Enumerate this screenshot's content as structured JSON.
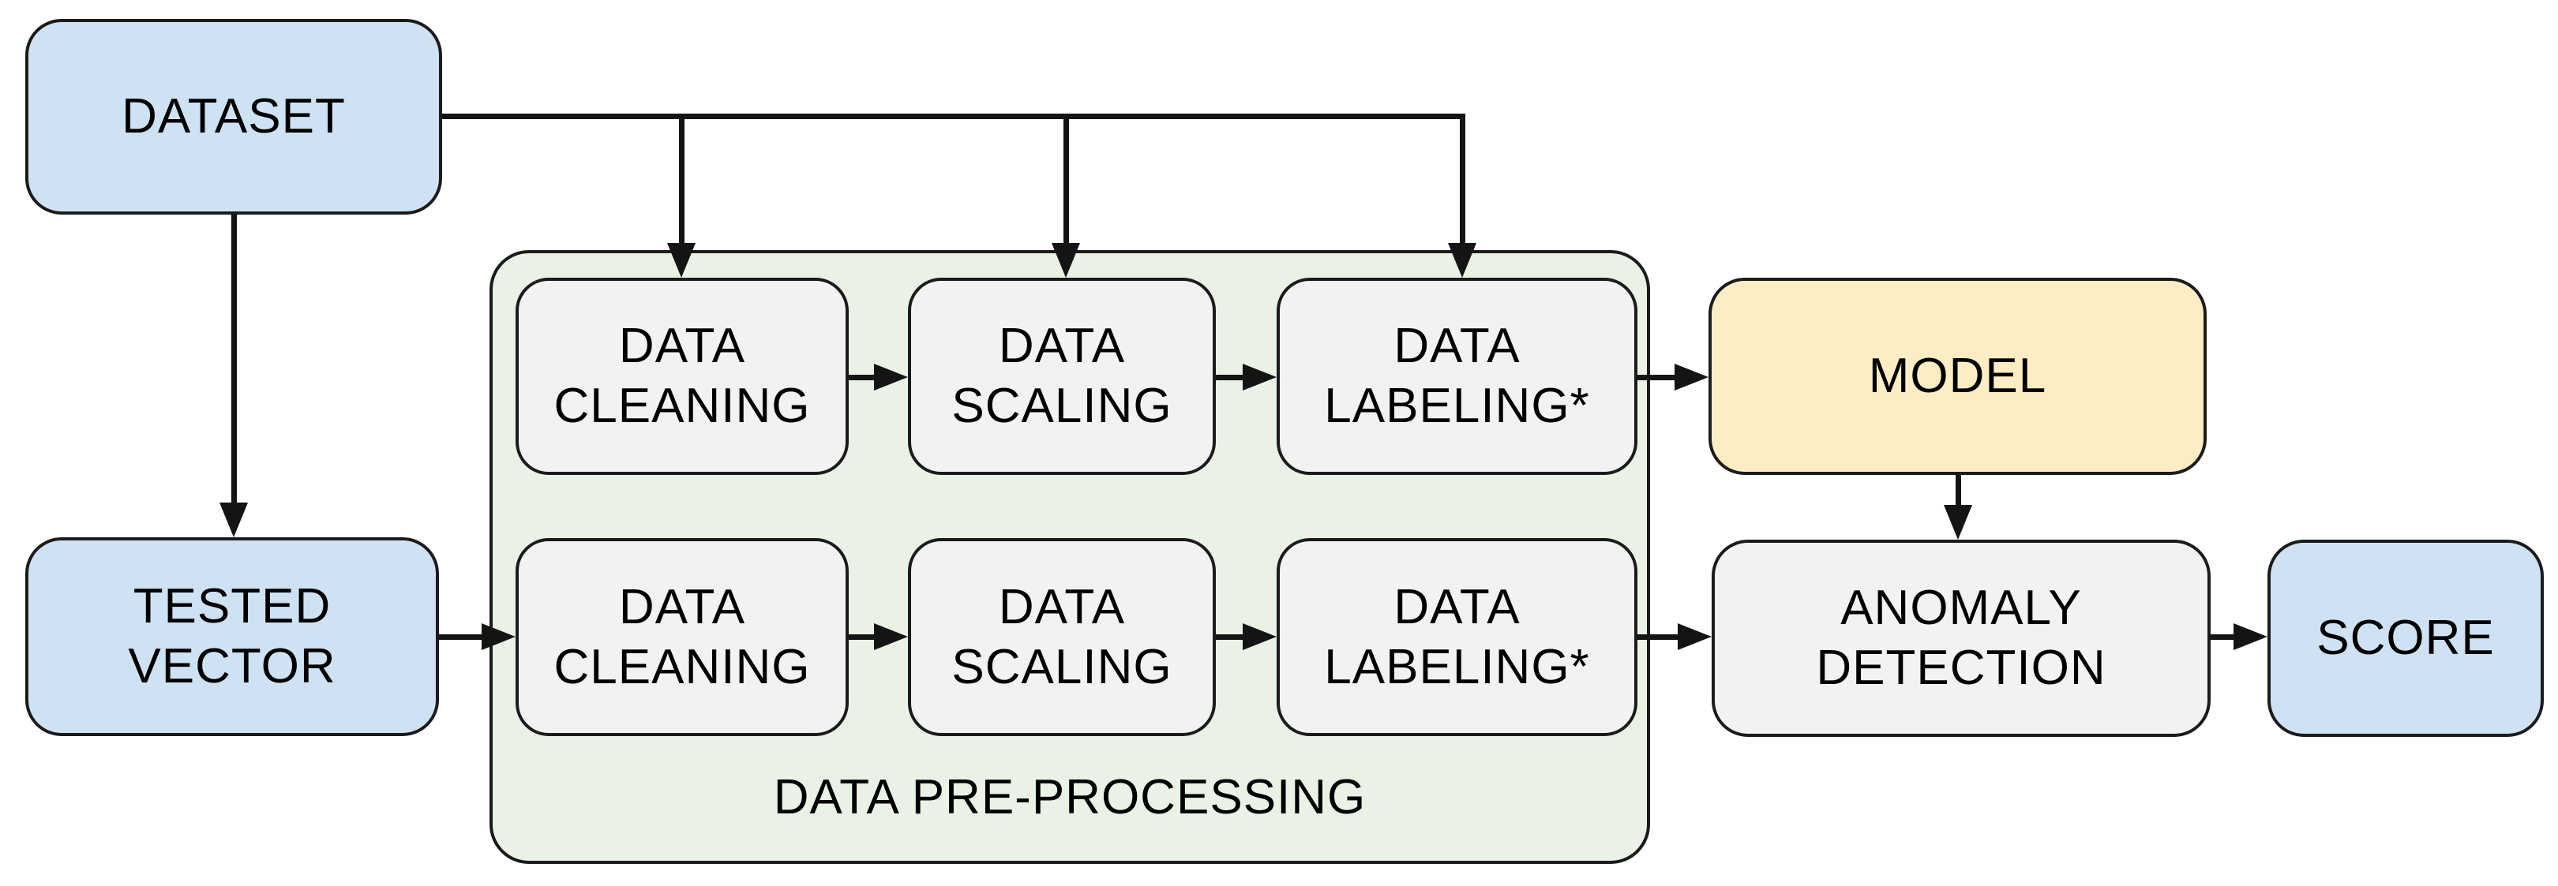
{
  "diagram": {
    "nodes": {
      "dataset": "DATASET",
      "tested_vector": "TESTED\nVECTOR",
      "model": "MODEL",
      "anomaly_detection": "ANOMALY\nDETECTION",
      "score": "SCORE",
      "train_row": {
        "cleaning": "DATA\nCLEANING",
        "scaling": "DATA\nSCALING",
        "labeling": "DATA\nLABELING*"
      },
      "test_row": {
        "cleaning": "DATA\nCLEANING",
        "scaling": "DATA\nSCALING",
        "labeling": "DATA\nLABELING*"
      }
    },
    "container": {
      "label": "DATA PRE-PROCESSING"
    },
    "colors": {
      "input_fill": "#cfe2f3",
      "model_fill": "#fdedc4",
      "process_fill": "#f2f2f2",
      "container_fill": "#eaf2e6",
      "border": "#1b1b1b",
      "connector": "#141414",
      "text": "#000000"
    }
  }
}
